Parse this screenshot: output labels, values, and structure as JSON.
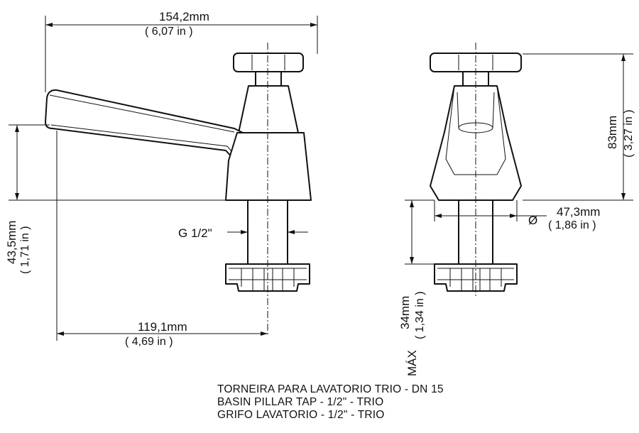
{
  "dimensions": {
    "total_length": {
      "metric": "154,2mm",
      "imperial": "( 6,07 in )"
    },
    "height": {
      "metric": "83mm",
      "imperial": "( 3,27 in )"
    },
    "spout_height": {
      "metric": "43,5mm",
      "imperial": "( 1,71 in )"
    },
    "reach": {
      "metric": "119,1mm",
      "imperial": "( 4,69 in )"
    },
    "base_diameter": {
      "symbol": "Ø",
      "metric": "47,3mm",
      "imperial": "( 1,86 in )"
    },
    "max_thickness": {
      "prefix": "MÁX",
      "metric": "34mm",
      "imperial": "( 1,34 in )"
    },
    "thread": "G 1/2\""
  },
  "title_block": {
    "line_pt": "TORNEIRA PARA LAVATORIO TRIO - DN 15",
    "line_en": "BASIN PILLAR TAP - 1/2\" - TRIO",
    "line_es": "GRIFO LAVATORIO - 1/2\" - TRIO"
  }
}
